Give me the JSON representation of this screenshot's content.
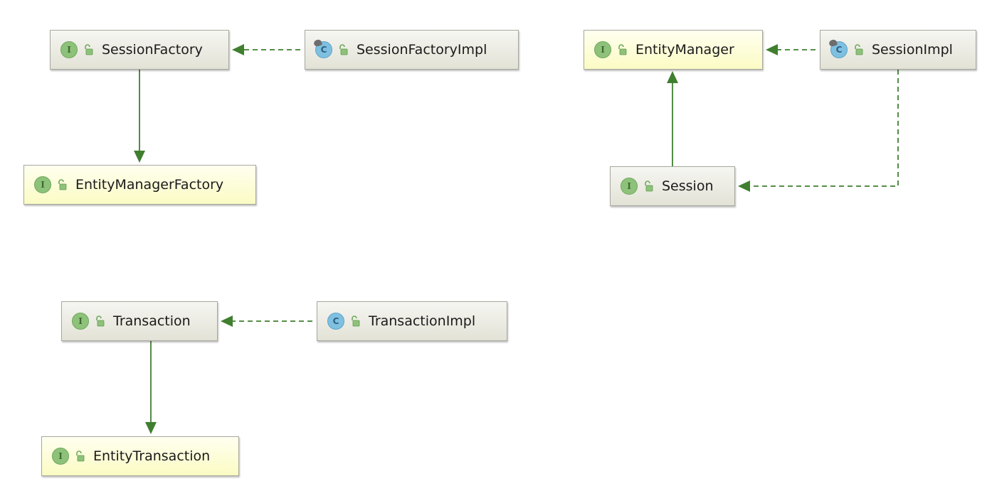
{
  "diagram": {
    "nodes": [
      {
        "id": "SessionFactory",
        "label": "SessionFactory",
        "kind": "interface",
        "badge": "I",
        "highlight": false
      },
      {
        "id": "SessionFactoryImpl",
        "label": "SessionFactoryImpl",
        "kind": "class",
        "badge": "C",
        "abstract_mark": true,
        "highlight": false
      },
      {
        "id": "EntityManagerFactory",
        "label": "EntityManagerFactory",
        "kind": "interface",
        "badge": "I",
        "highlight": true
      },
      {
        "id": "EntityManager",
        "label": "EntityManager",
        "kind": "interface",
        "badge": "I",
        "highlight": true
      },
      {
        "id": "SessionImpl",
        "label": "SessionImpl",
        "kind": "class",
        "badge": "C",
        "abstract_mark": true,
        "highlight": false
      },
      {
        "id": "Session",
        "label": "Session",
        "kind": "interface",
        "badge": "I",
        "highlight": false
      },
      {
        "id": "Transaction",
        "label": "Transaction",
        "kind": "interface",
        "badge": "I",
        "highlight": false
      },
      {
        "id": "TransactionImpl",
        "label": "TransactionImpl",
        "kind": "class",
        "badge": "C",
        "abstract_mark": false,
        "highlight": false
      },
      {
        "id": "EntityTransaction",
        "label": "EntityTransaction",
        "kind": "interface",
        "badge": "I",
        "highlight": true
      }
    ],
    "edges": [
      {
        "from": "SessionFactoryImpl",
        "to": "SessionFactory",
        "type": "implements"
      },
      {
        "from": "SessionFactory",
        "to": "EntityManagerFactory",
        "type": "extends"
      },
      {
        "from": "SessionImpl",
        "to": "EntityManager",
        "type": "implements"
      },
      {
        "from": "Session",
        "to": "EntityManager",
        "type": "extends"
      },
      {
        "from": "SessionImpl",
        "to": "Session",
        "type": "implements"
      },
      {
        "from": "TransactionImpl",
        "to": "Transaction",
        "type": "implements"
      },
      {
        "from": "Transaction",
        "to": "EntityTransaction",
        "type": "extends"
      }
    ],
    "colors": {
      "edge": "#3f7f2f",
      "node_gray": "#e8e8de",
      "node_yellow": "#fbfbc8",
      "interface_badge": "#8ec27a",
      "class_badge": "#7fc0e0"
    },
    "icons": {
      "visibility": "unlocked-padlock-icon"
    }
  }
}
